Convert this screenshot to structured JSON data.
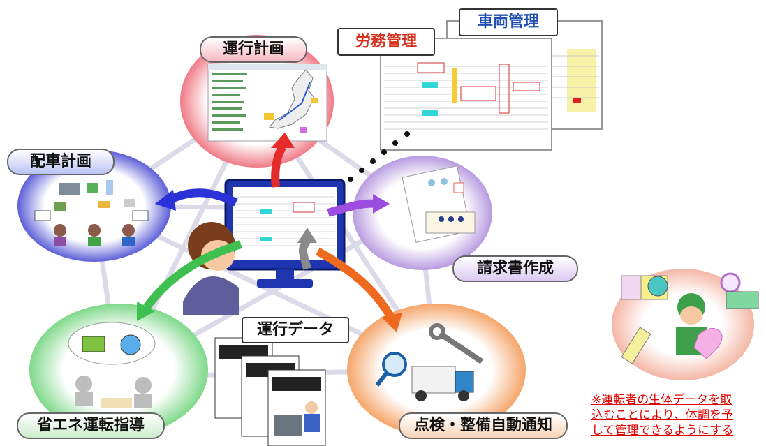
{
  "nodes": {
    "operation_plan": "運行計画",
    "dispatch_plan": "配車計画",
    "invoice": "請求書作成",
    "eco_driving": "省エネ運転指導",
    "inspection": "点検・整備自動通知",
    "operation_data": "運行データ"
  },
  "documents": {
    "labor": "労務管理",
    "vehicle": "車両管理"
  },
  "note": {
    "line1": "※運転者の生体データを取",
    "line2": "込むことにより、体調を予",
    "line3": "して管理できるようにする"
  },
  "colors": {
    "operation_plan": "#f07a86",
    "dispatch_plan": "#5d5fd8",
    "invoice": "#b89be0",
    "eco_driving": "#7fd88a",
    "inspection": "#f5a56a",
    "note_text": "#e00000"
  }
}
